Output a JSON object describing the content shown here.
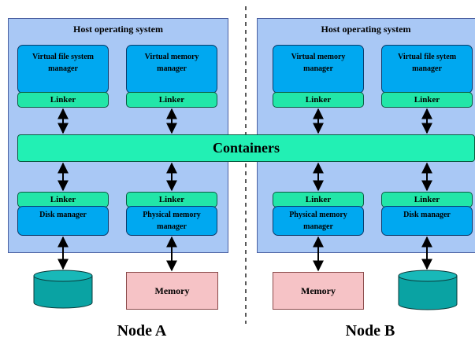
{
  "node_a": {
    "host_title": "Host operating system",
    "vfs_manager": "Virtual file system manager",
    "vm_manager": "Virtual memory manager",
    "disk_manager": "Disk manager",
    "phys_manager": "Physical memory manager",
    "memory": "Memory",
    "label": "Node A"
  },
  "node_b": {
    "host_title": "Host operating system",
    "vm_manager": "Virtual memory manager",
    "vfs_manager": "Virtual file sytem manager",
    "phys_manager": "Physical memory manager",
    "disk_manager": "Disk manager",
    "memory": "Memory",
    "label": "Node B"
  },
  "linker_label": "Linker",
  "containers_label": "Containers",
  "colors": {
    "host_bg": "#a9c8f5",
    "manager": "#00a8f0",
    "linker": "#22e6a8",
    "containers": "#22f0b4",
    "memory": "#f6c3c6",
    "disk": "#0aa3a3"
  }
}
